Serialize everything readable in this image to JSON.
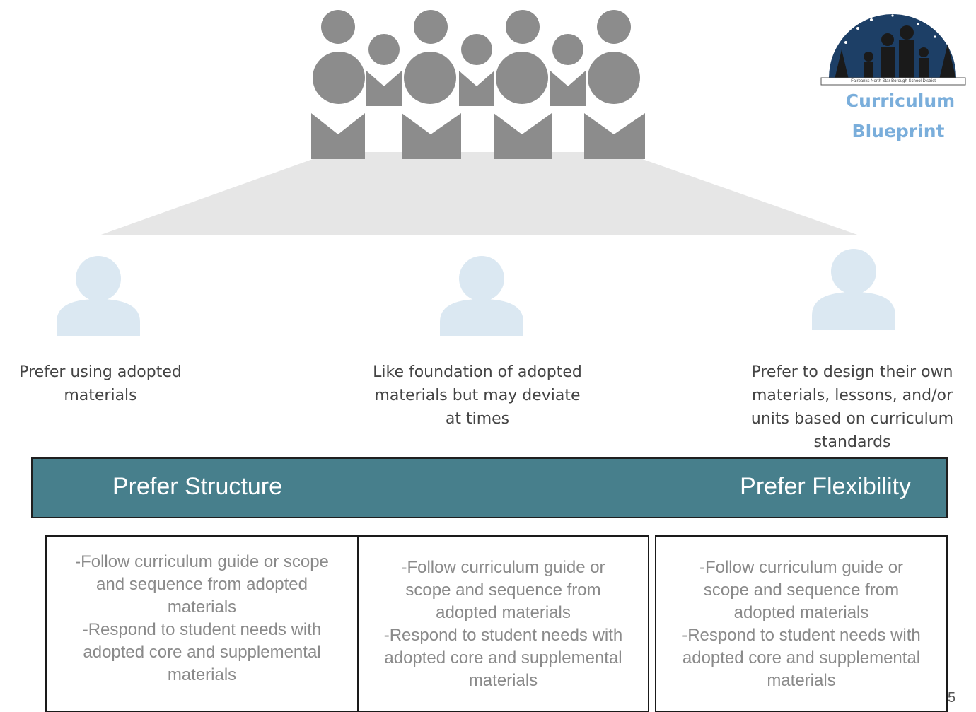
{
  "logo": {
    "line1": "Curriculum",
    "line2": "Blueprint",
    "tiny_text": "Fairbanks North Star Borough School District"
  },
  "teachers": [
    {
      "caption_lines": [
        "Prefer using adopted",
        "materials"
      ]
    },
    {
      "caption_lines": [
        "Like foundation of adopted",
        "materials but may deviate",
        "at times"
      ]
    },
    {
      "caption_lines": [
        "Prefer to design their own",
        "materials, lessons, and/or",
        "units based on curriculum",
        "standards"
      ]
    }
  ],
  "spectrum": {
    "left_label": "Prefer Structure",
    "right_label": "Prefer Flexibility"
  },
  "boxes": [
    {
      "lines": [
        "-Follow curriculum guide or scope",
        "and sequence from adopted",
        "materials",
        "-Respond to student needs with",
        "adopted core and supplemental",
        "materials"
      ]
    },
    {
      "lines": [
        "-Follow curriculum guide or",
        "scope and sequence from",
        "adopted materials",
        "-Respond to student needs with",
        "adopted core and supplemental",
        "materials"
      ]
    },
    {
      "lines": [
        "-Follow curriculum guide or",
        "scope and sequence from",
        "adopted materials",
        "-Respond to student needs with",
        "adopted core and supplemental",
        "materials"
      ]
    }
  ],
  "page_number": "5",
  "colors": {
    "band": "#477f8c",
    "crowd": "#8c8c8c",
    "fan": "#e6e6e6",
    "teacher_icon": "#dbe8f2",
    "logo_text": "#7aaedb"
  }
}
